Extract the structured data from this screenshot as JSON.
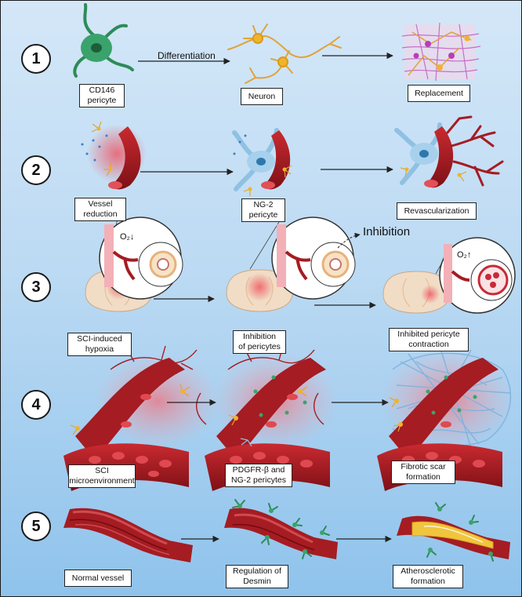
{
  "steps": [
    {
      "number": "1",
      "arrow_label": "Differentiation",
      "labels": [
        "CD146\npericyte",
        "Neuron",
        "Replacement"
      ]
    },
    {
      "number": "2",
      "labels": [
        "Vessel\nreduction",
        "NG-2\npericyte",
        "Revascularization"
      ]
    },
    {
      "number": "3",
      "inhibition_label": "Inhibition",
      "o2_left": "O₂↓",
      "o2_right": "O₂↑",
      "labels": [
        "SCI-induced\nhypoxia",
        "Inhibition\nof pericytes",
        "Inhibited pericyte\ncontraction"
      ]
    },
    {
      "number": "4",
      "labels": [
        "SCI\nmicroenvironment",
        "PDGFR-β and\nNG-2 pericytes",
        "Fibrotic scar\nformation"
      ]
    },
    {
      "number": "5",
      "labels": [
        "Normal vessel",
        "Regulation of\nDesmin",
        "Atherosclerotic\nformation"
      ]
    }
  ],
  "colors": {
    "vessel": "#a51c22",
    "pericyte_green": "#2e8b57",
    "neuron": "#f0b429",
    "astrocyte": "#8fc1e3",
    "lesion": "#e8484f"
  }
}
